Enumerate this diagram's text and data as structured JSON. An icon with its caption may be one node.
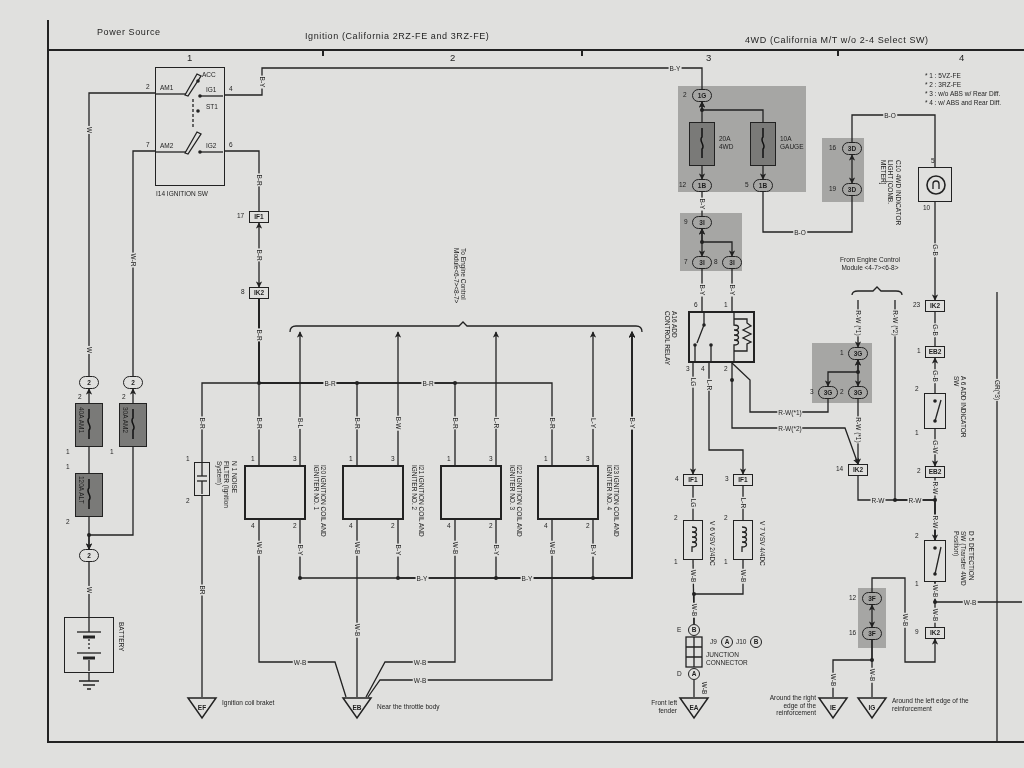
{
  "diagram": {
    "nodes": [
      {
        "text": [
          "AM1",
          "ACC",
          "IG1",
          "ST1",
          "AM2",
          "IG2",
          "I14 IGNITION SW"
        ],
        "beside": [
          "2",
          "4",
          "7",
          "6"
        ]
      },
      {
        "text": [
          "2"
        ]
      },
      {
        "text": [
          "2"
        ]
      },
      {
        "text": [
          "40A AM1"
        ],
        "beside": [
          "2",
          "1"
        ]
      },
      {
        "text": [
          "30A AM2"
        ],
        "beside": [
          "2",
          "1"
        ]
      },
      {
        "text": [
          "120A ALT"
        ],
        "beside": [
          "1",
          "2"
        ]
      },
      {
        "text": [
          "2"
        ]
      },
      {
        "text": [
          "BATTERY"
        ]
      },
      {
        "text": [
          "IF1"
        ],
        "beside": [
          "17"
        ]
      },
      {
        "text": [
          "IK2"
        ],
        "beside": [
          "8"
        ]
      },
      {
        "text": [
          "N 1 NOISE FILTER (Ignition System)"
        ],
        "beside": [
          "1",
          "2"
        ]
      },
      {
        "text": [
          "I20 IGNITION COIL AND IGNITER NO. 1"
        ],
        "beside": [
          "1",
          "3",
          "4",
          "2"
        ]
      },
      {
        "text": [
          "I21 IGNITION COIL AND IGNITER NO. 2"
        ],
        "beside": [
          "1",
          "3",
          "4",
          "2"
        ]
      },
      {
        "text": [
          "I22 IGNITION COIL AND IGNITER NO. 3"
        ],
        "beside": [
          "1",
          "3",
          "4",
          "2"
        ]
      },
      {
        "text": [
          "I23 IGNITION COIL AND IGNITER NO. 4"
        ],
        "beside": [
          "1",
          "3",
          "4",
          "2"
        ]
      },
      {
        "text": [
          "To Engine Control Module<6-7><8-7>"
        ]
      },
      {
        "text": [
          "EF"
        ],
        "beside": [
          "Ignition coil braket"
        ]
      },
      {
        "text": [
          "EB"
        ],
        "beside": [
          "Near the throttle body"
        ]
      },
      {
        "text": [],
        "shape": "box"
      },
      {
        "text": [
          "1G"
        ],
        "beside": [
          "2"
        ],
        "in": 18
      },
      {
        "text": [
          "20A 4WD"
        ],
        "in": 18
      },
      {
        "text": [
          "10A GAUGE"
        ],
        "in": 18
      },
      {
        "text": [
          "1B"
        ],
        "beside": [
          "12"
        ],
        "in": 18
      },
      {
        "text": [
          "1B"
        ],
        "beside": [
          "5"
        ],
        "in": 18
      },
      {
        "text": [],
        "shape": "box"
      },
      {
        "text": [
          "3I"
        ],
        "beside": [
          "9"
        ],
        "in": 24
      },
      {
        "text": [
          "3I"
        ],
        "beside": [
          "7"
        ],
        "in": 24
      },
      {
        "text": [
          "3I"
        ],
        "beside": [
          "8"
        ],
        "in": 24
      },
      {
        "text": [],
        "shape": "box"
      },
      {
        "text": [
          "3D"
        ],
        "beside": [
          "16"
        ],
        "in": 28
      },
      {
        "text": [
          "3D"
        ],
        "beside": [
          "19"
        ],
        "in": 28
      },
      {
        "text": [
          "C10 4WD INDICATOR LIGHT [COMB. METER]"
        ],
        "beside": [
          "5",
          "10"
        ]
      },
      {
        "text": [
          "A16 ADD CONTROL RELAY"
        ],
        "beside": [
          "6",
          "1",
          "3",
          "4",
          "2"
        ]
      },
      {
        "text": [
          "From Engine Control Module <4-7><6-8>"
        ]
      },
      {
        "text": [],
        "shape": "box"
      },
      {
        "text": [
          "3G"
        ],
        "beside": [
          "1"
        ],
        "in": 34
      },
      {
        "text": [
          "3G"
        ],
        "beside": [
          "3"
        ],
        "in": 34
      },
      {
        "text": [
          "3G"
        ],
        "beside": [
          "2"
        ],
        "in": 34
      },
      {
        "text": [
          "IK2"
        ],
        "beside": [
          "23"
        ]
      },
      {
        "text": [
          "EB2"
        ],
        "beside": [
          "1"
        ]
      },
      {
        "text": [
          "A 6 ADD INDICATOR SW"
        ],
        "beside": [
          "2",
          "1"
        ]
      },
      {
        "text": [
          "EB2"
        ],
        "beside": [
          "2"
        ]
      },
      {
        "text": [
          "IK2"
        ],
        "beside": [
          "14"
        ]
      },
      {
        "text": [
          "IF1"
        ],
        "beside": [
          "4"
        ]
      },
      {
        "text": [
          "IF1"
        ],
        "beside": [
          "3"
        ]
      },
      {
        "text": [
          "V 6 VSV 2/4DC"
        ],
        "beside": [
          "2",
          "1"
        ]
      },
      {
        "text": [
          "V 7 VSV 4/4DC"
        ],
        "beside": [
          "2",
          "1"
        ]
      },
      {
        "text": [
          "D 5 DETECTION SW (Transfer 4WD Position)"
        ],
        "beside": [
          "2",
          "1"
        ]
      },
      {
        "text": [
          "E",
          "B",
          "D",
          "A",
          "J9",
          "A",
          "J10",
          "B",
          "JUNCTION CONNECTOR"
        ]
      },
      {
        "text": [],
        "shape": "box"
      },
      {
        "text": [
          "3F"
        ],
        "beside": [
          "12"
        ],
        "in": 49
      },
      {
        "text": [
          "3F"
        ],
        "beside": [
          "16"
        ],
        "in": 49
      },
      {
        "text": [
          "EA"
        ],
        "beside": [
          "Front left fender"
        ]
      },
      {
        "text": [
          "IE"
        ],
        "beside": [
          "Around the right edge of the reinforcement"
        ]
      },
      {
        "text": [
          "IG"
        ],
        "beside": [
          "Around the left edge of the reinforcement"
        ]
      },
      {
        "text": [
          "IK2"
        ],
        "beside": [
          "9"
        ]
      }
    ],
    "edges": [
      {
        "from": 0,
        "to": 1,
        "arrow": "none",
        "label": "W"
      },
      {
        "from": 0,
        "to": 2,
        "arrow": "none",
        "label": "W-R"
      },
      {
        "from": 3,
        "to": 1,
        "arrow": "to"
      },
      {
        "from": 4,
        "to": 2,
        "arrow": "to"
      },
      {
        "from": 5,
        "to": 3,
        "arrow": "none"
      },
      {
        "from": 4,
        "to": 6,
        "arrow": "to"
      },
      {
        "from": 5,
        "to": 6,
        "arrow": "to"
      },
      {
        "from": 6,
        "to": 7,
        "arrow": "none",
        "label": "W"
      },
      {
        "from": 0,
        "to": 19,
        "arrow": "none",
        "label": "B-Y"
      },
      {
        "from": 0,
        "to": 8,
        "arrow": "none",
        "label": "B-R"
      },
      {
        "from": 8,
        "to": 9,
        "arrow": "both",
        "label": "B-R"
      },
      {
        "from": 9,
        "to": 11,
        "arrow": "none",
        "label": "B-R"
      },
      {
        "from": 9,
        "to": 12,
        "arrow": "none",
        "label": "B-R"
      },
      {
        "from": 9,
        "to": 13,
        "arrow": "none",
        "label": "B-R"
      },
      {
        "from": 9,
        "to": 14,
        "arrow": "none",
        "label": "B-R"
      },
      {
        "from": 9,
        "to": 10,
        "arrow": "none",
        "label": "B-R"
      },
      {
        "from": 10,
        "to": 16,
        "arrow": "none",
        "label": "BR"
      },
      {
        "from": 11,
        "to": 15,
        "arrow": "to",
        "label": "B-L"
      },
      {
        "from": 12,
        "to": 15,
        "arrow": "to",
        "label": "B-W"
      },
      {
        "from": 13,
        "to": 15,
        "arrow": "to",
        "label": "L-R"
      },
      {
        "from": 14,
        "to": 15,
        "arrow": "to",
        "label": "L-Y"
      },
      {
        "from": 14,
        "to": 15,
        "arrow": "to",
        "label": "B-Y"
      },
      {
        "from": 11,
        "to": 15,
        "arrow": "to",
        "label": "B-Y"
      },
      {
        "from": 12,
        "to": 15,
        "arrow": "to",
        "label": "B-Y"
      },
      {
        "from": 13,
        "to": 15,
        "arrow": "to",
        "label": "B-Y"
      },
      {
        "from": 11,
        "to": 17,
        "arrow": "none",
        "label": "W-B"
      },
      {
        "from": 12,
        "to": 17,
        "arrow": "none",
        "label": "W-B"
      },
      {
        "from": 13,
        "to": 17,
        "arrow": "none",
        "label": "W-B"
      },
      {
        "from": 14,
        "to": 17,
        "arrow": "none",
        "label": "W-B"
      },
      {
        "from": 20,
        "to": 19,
        "arrow": "to"
      },
      {
        "from": 21,
        "to": 19,
        "arrow": "to"
      },
      {
        "from": 20,
        "to": 22,
        "arrow": "to"
      },
      {
        "from": 21,
        "to": 23,
        "arrow": "to"
      },
      {
        "from": 22,
        "to": 25,
        "arrow": "none",
        "label": "B-Y"
      },
      {
        "from": 25,
        "to": 26,
        "arrow": "both"
      },
      {
        "from": 25,
        "to": 27,
        "arrow": "both"
      },
      {
        "from": 26,
        "to": 32,
        "arrow": "none",
        "label": "B-Y"
      },
      {
        "from": 27,
        "to": 32,
        "arrow": "none",
        "label": "B-Y"
      },
      {
        "from": 23,
        "to": 30,
        "arrow": "none",
        "label": "B-O"
      },
      {
        "from": 30,
        "to": 29,
        "arrow": "both"
      },
      {
        "from": 29,
        "to": 31,
        "arrow": "none",
        "label": "B-O"
      },
      {
        "from": 31,
        "to": 38,
        "arrow": "to",
        "label": "G-B"
      },
      {
        "from": 38,
        "to": 39,
        "arrow": "none",
        "label": "G-B"
      },
      {
        "from": 40,
        "to": 39,
        "arrow": "to",
        "label": "G-B"
      },
      {
        "from": 40,
        "to": 41,
        "arrow": "to",
        "label": "G-W"
      },
      {
        "from": 41,
        "to": 47,
        "arrow": "none",
        "label": "R-W"
      },
      {
        "from": 47,
        "to": 55,
        "arrow": "none",
        "label": "W-B"
      },
      {
        "from": 50,
        "to": 55,
        "arrow": "to",
        "label": "W-B"
      },
      {
        "from": 47,
        "to": null,
        "arrow": "none",
        "label": "W-B"
      },
      {
        "from": 50,
        "to": 51,
        "arrow": "both"
      },
      {
        "from": 51,
        "to": 54,
        "arrow": "none",
        "label": "W-B"
      },
      {
        "from": 51,
        "to": 53,
        "arrow": "none",
        "label": "W-B"
      },
      {
        "from": 32,
        "to": 43,
        "arrow": "to",
        "label": "LG"
      },
      {
        "from": 32,
        "to": 44,
        "arrow": "to",
        "label": "L-R"
      },
      {
        "from": 32,
        "to": 36,
        "arrow": "none",
        "label": "R-W(*1)"
      },
      {
        "from": 32,
        "to": 42,
        "arrow": "to",
        "label": "R-W(*2)"
      },
      {
        "from": 33,
        "to": 35,
        "arrow": "to",
        "label": "R-W (*1)"
      },
      {
        "from": 33,
        "to": 47,
        "arrow": "to",
        "label": "R-W (*2)"
      },
      {
        "from": 35,
        "to": 37,
        "arrow": "both"
      },
      {
        "from": 35,
        "to": 36,
        "arrow": "both"
      },
      {
        "from": 37,
        "to": 42,
        "arrow": "to",
        "label": "R-W (*1)"
      },
      {
        "from": 42,
        "to": 47,
        "arrow": "none",
        "label": "R-W"
      },
      {
        "from": 43,
        "to": 45,
        "arrow": "none",
        "label": "LG"
      },
      {
        "from": 44,
        "to": 46,
        "arrow": "none",
        "label": "L-R"
      },
      {
        "from": 45,
        "to": 48,
        "arrow": "none",
        "label": "W-B"
      },
      {
        "from": 46,
        "to": 48,
        "arrow": "none",
        "label": "W-B"
      },
      {
        "from": 48,
        "to": 52,
        "arrow": "none",
        "label": "W-B"
      }
    ],
    "labels": [
      "Power Source",
      "Ignition (California 2RZ-FE and 3RZ-FE)",
      "4WD (California M/T w/o 2-4 Select SW)",
      "1",
      "2",
      "3",
      "4",
      "* 1 : 5VZ-FE",
      "* 2 : 3RZ-FE",
      "* 3 : w/o ABS w/ Rear Diff.",
      "* 4 : w/ ABS and Rear Diff.",
      "B-Y",
      "W",
      "B-R",
      "B-R",
      "B-R",
      "B-Y",
      "B-Y",
      "B-Y",
      "W-B",
      "W-B",
      "W-B",
      "W-B",
      "R-W",
      "R-W",
      "W-B",
      "W-B",
      "GR(*3)"
    ]
  }
}
